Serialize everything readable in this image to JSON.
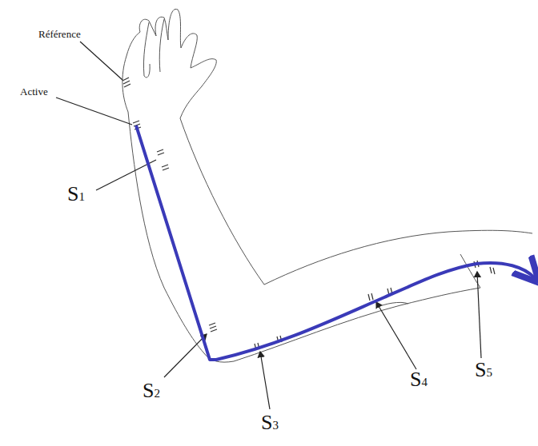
{
  "diagram": {
    "labels": [
      "Référence",
      "Active",
      "S1",
      "S2",
      "S3",
      "S4",
      "S5"
    ]
  }
}
